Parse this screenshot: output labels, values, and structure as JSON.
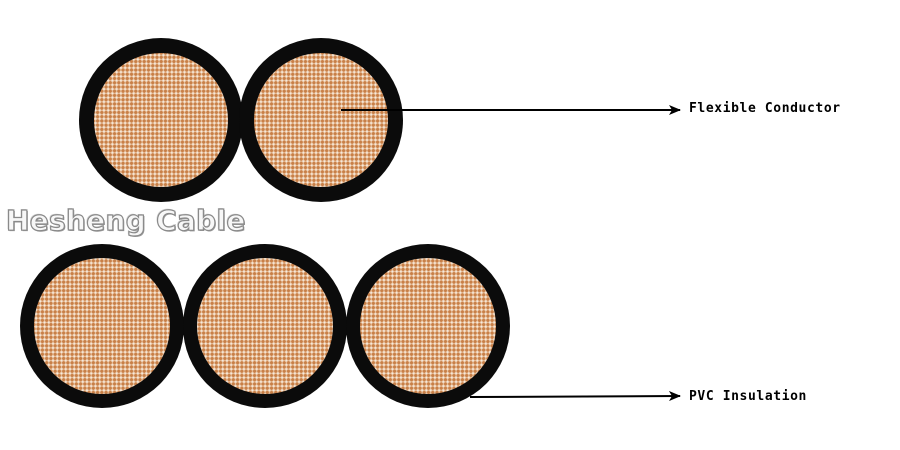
{
  "diagram": {
    "labels": {
      "conductor": "Flexible Conductor",
      "insulation": "PVC Insulation"
    },
    "watermark": "Hesheng Cable",
    "colors": {
      "insulation": "#0b0b0b",
      "conductor_base": "#e9c4a2",
      "conductor_strand": "#c87f47",
      "conductor_highlight": "#f8efe6",
      "arrow": "#000000"
    }
  }
}
